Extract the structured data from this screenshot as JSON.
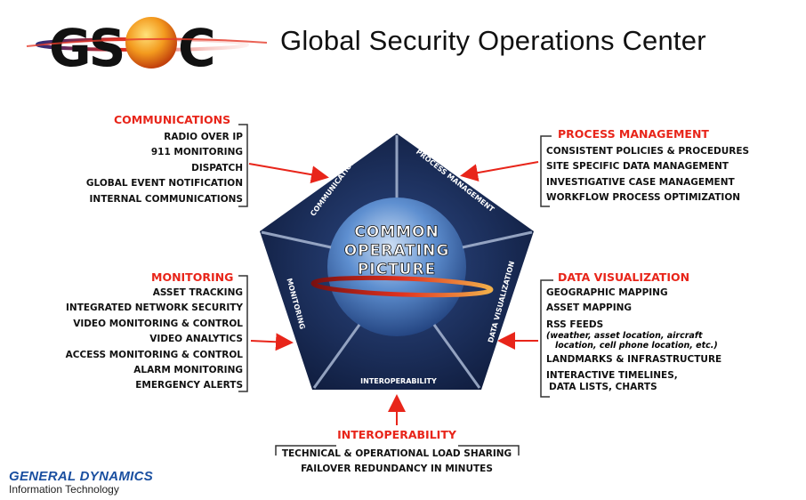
{
  "header": {
    "logo_text": "GSOC",
    "title": "Global Security Operations Center"
  },
  "center": {
    "lines": [
      "COMMON",
      "OPERATING",
      "PICTURE"
    ],
    "segments": [
      "COMMUNICATIONS",
      "PROCESS MANAGEMENT",
      "DATA VISUALIZATION",
      "INTEROPERABILITY",
      "MONITORING"
    ]
  },
  "groups": {
    "communications": {
      "title": "COMMUNICATIONS",
      "items": [
        "RADIO OVER IP",
        "911 MONITORING",
        "DISPATCH",
        "GLOBAL EVENT NOTIFICATION",
        "INTERNAL COMMUNICATIONS"
      ]
    },
    "monitoring": {
      "title": "MONITORING",
      "items": [
        "ASSET TRACKING",
        "INTEGRATED NETWORK SECURITY",
        "VIDEO MONITORING & CONTROL",
        "VIDEO ANALYTICS",
        "ACCESS MONITORING & CONTROL",
        "ALARM MONITORING",
        "EMERGENCY ALERTS"
      ]
    },
    "process_management": {
      "title": "PROCESS MANAGEMENT",
      "items": [
        "CONSISTENT POLICIES & PROCEDURES",
        "SITE SPECIFIC DATA MANAGEMENT",
        "INVESTIGATIVE CASE MANAGEMENT",
        "WORKFLOW PROCESS OPTIMIZATION"
      ]
    },
    "data_visualization": {
      "title": "DATA VISUALIZATION",
      "items": [
        "GEOGRAPHIC MAPPING",
        "ASSET MAPPING",
        "RSS FEEDS",
        "LANDMARKS & INFRASTRUCTURE",
        "INTERACTIVE TIMELINES,",
        "DATA LISTS, CHARTS"
      ],
      "rss_note": [
        "(weather, asset location, aircraft",
        "location, cell phone location, etc.)"
      ]
    },
    "interoperability": {
      "title": "INTEROPERABILITY",
      "items": [
        "TECHNICAL & OPERATIONAL LOAD SHARING",
        "FAILOVER REDUNDANCY IN MINUTES"
      ]
    }
  },
  "footer": {
    "company": "GENERAL DYNAMICS",
    "division": "Information Technology"
  },
  "colors": {
    "accent_red": "#e8251a",
    "pentagon_navy": "#14234a",
    "globe_blue": "#4f7fc0",
    "gd_blue": "#1a4fa0"
  }
}
